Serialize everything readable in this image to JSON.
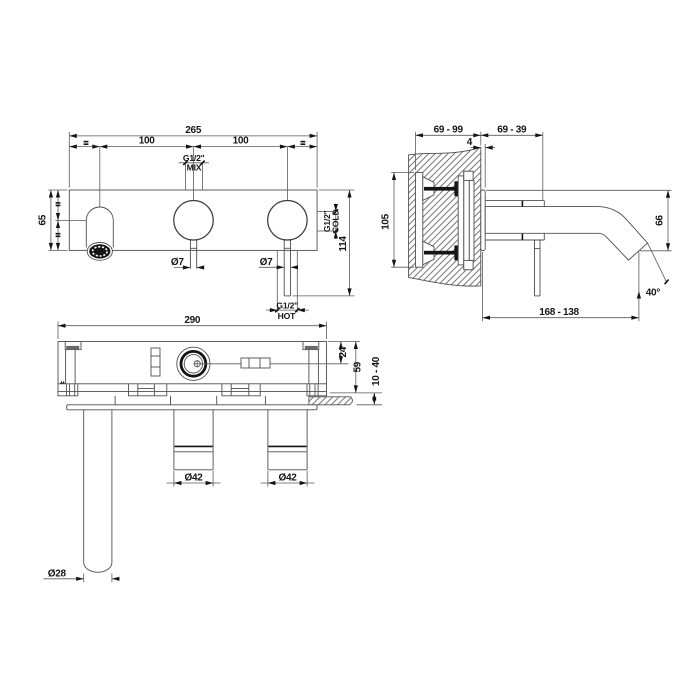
{
  "drawing": {
    "background": "#ffffff",
    "line_color": "#4f4f4f",
    "ink_color": "#161616",
    "type": "technical-dimension-drawing",
    "subject": "wall-mounted 3-hole basin mixer with spout and two handles"
  },
  "front_view": {
    "dim_total_width": "265",
    "dim_pitch_left": "100",
    "dim_pitch_right": "100",
    "label_mix_thread": "G1/2\"",
    "label_mix": "MIX",
    "label_cold_thread": "G1/2\"",
    "label_cold": "COLD",
    "label_hot_thread": "G1/2\"",
    "label_hot": "HOT",
    "dim_plate_height": "65",
    "dim_drop_height": "114",
    "dim_lever_dia_mid": "Ø7",
    "dim_lever_dia_right": "Ø7"
  },
  "side_view": {
    "dim_wall_depth_range": "69 - 99",
    "dim_trim_projection_range": "69 - 39",
    "dim_plate_thickness": "4",
    "dim_body_height": "105",
    "dim_spout_drop": "66",
    "dim_spout_angle": "40°",
    "dim_spout_reach_range": "168 - 138"
  },
  "plan_view": {
    "dim_box_width": "290",
    "dim_axis_offset": "24",
    "dim_box_depth": "59",
    "dim_wall_finish_range": "10 - 40",
    "dim_spout_dia": "Ø28",
    "dim_knob_dia_mid": "Ø42",
    "dim_knob_dia_right": "Ø42"
  }
}
